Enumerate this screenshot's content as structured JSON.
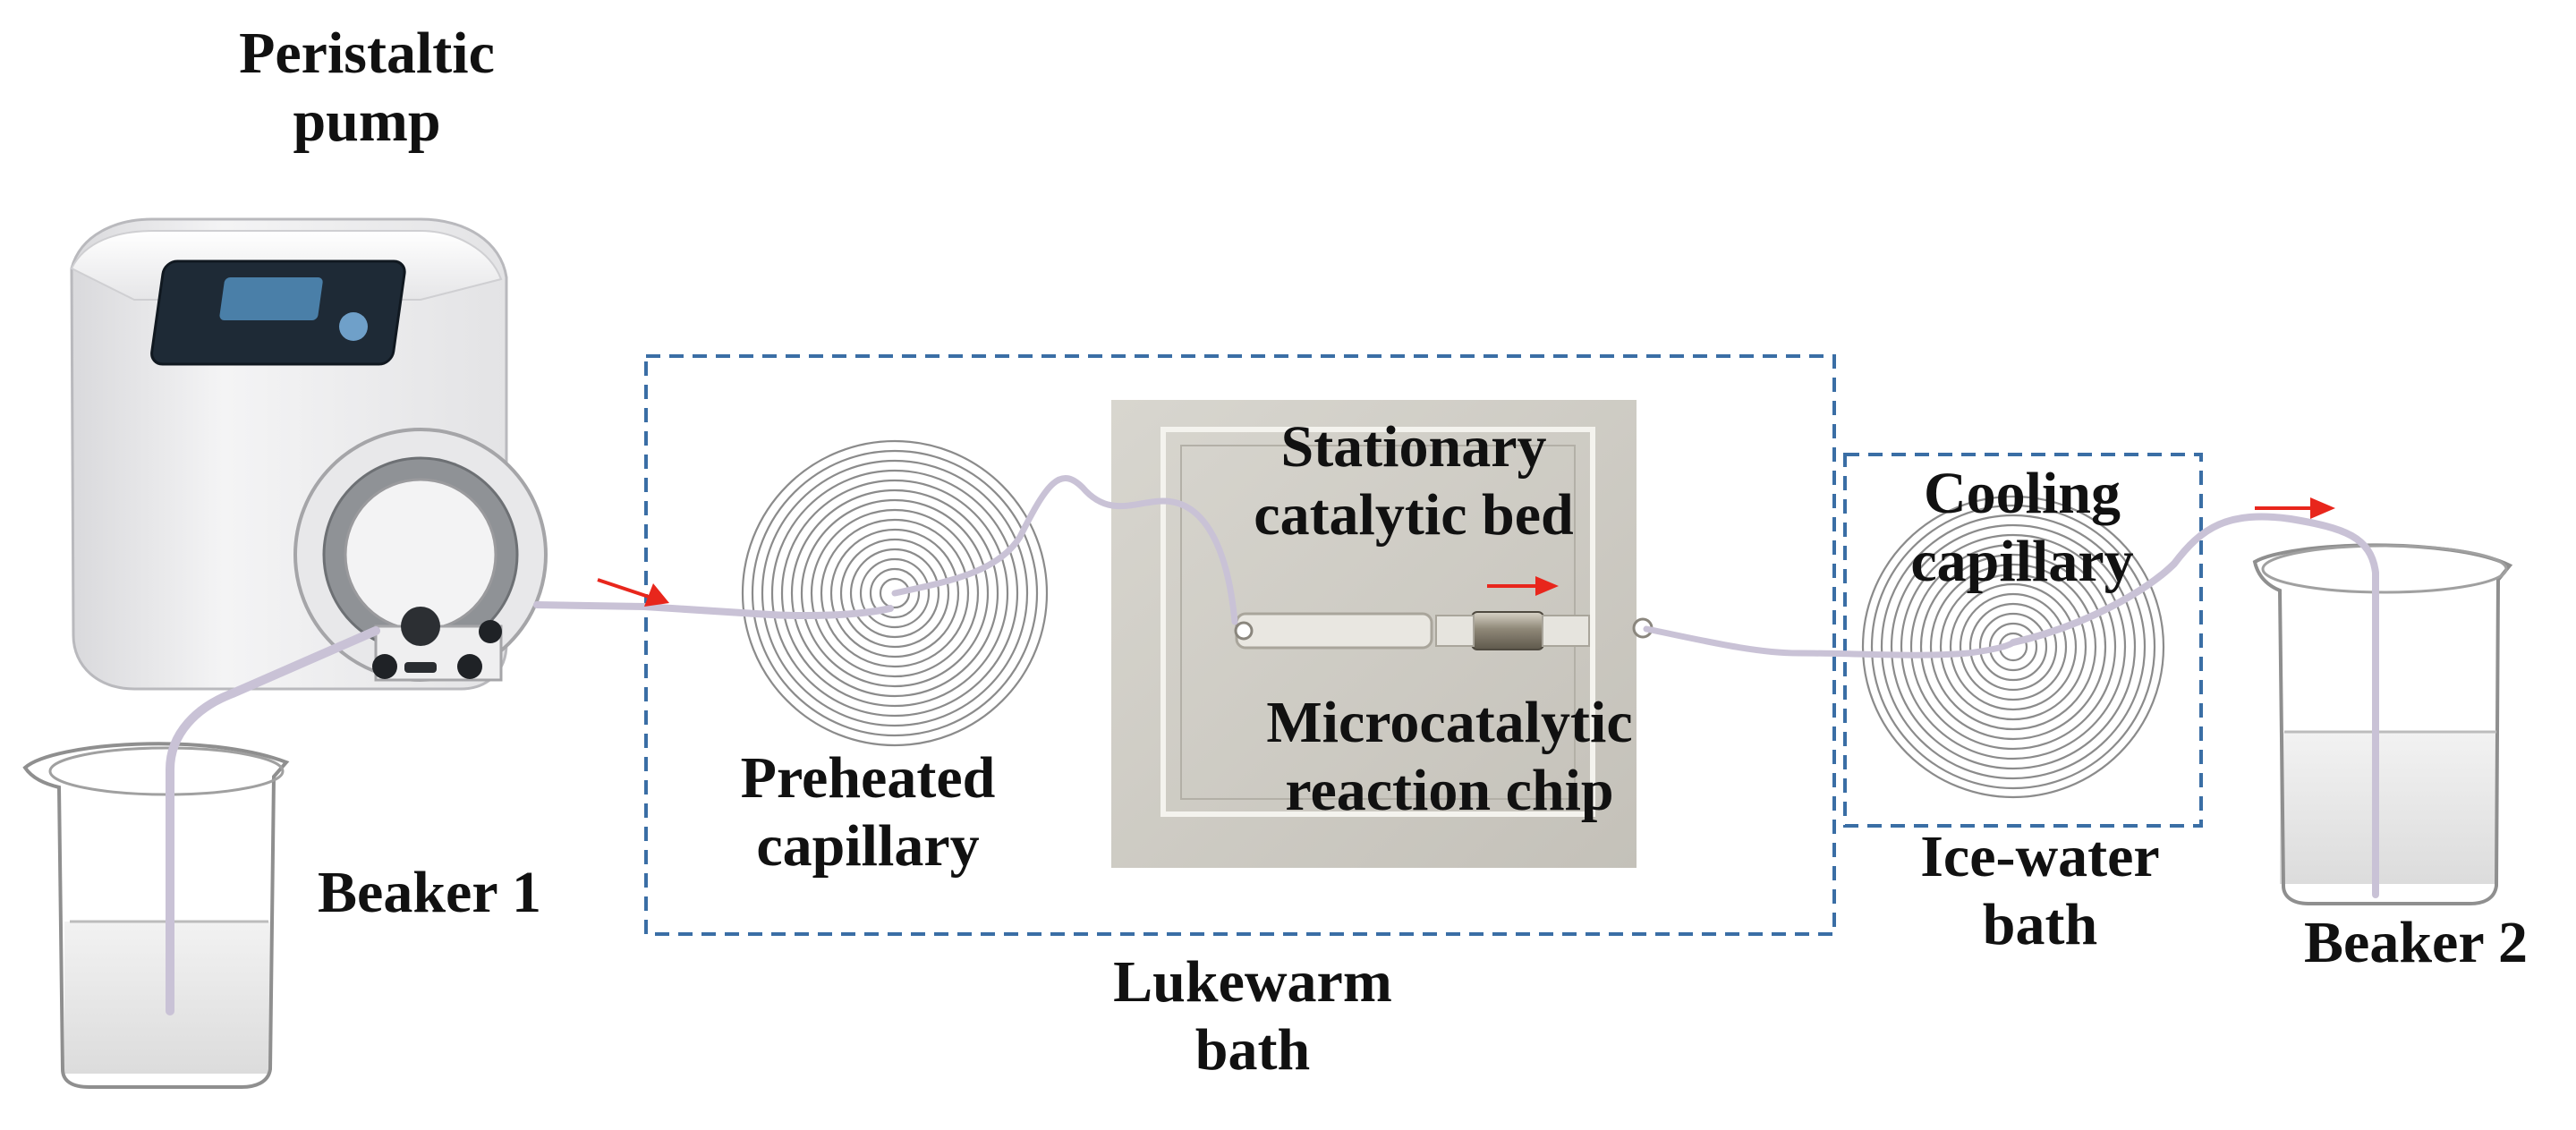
{
  "labels": {
    "pump": "Peristaltic\npump",
    "beaker1": "Beaker 1",
    "preheated": "Preheated\ncapillary",
    "stationary": "Stationary\ncatalytic bed",
    "microchip": "Microcatalytic\nreaction chip",
    "cooling": "Cooling\ncapillary",
    "icewater": "Ice-water\nbath",
    "lukewarm": "Lukewarm\nbath",
    "beaker2": "Beaker 2"
  },
  "colors": {
    "dashed_box": "#3a6ea5",
    "flow_arrow": "#e8261c",
    "tubing": "#c9c2d6",
    "chip_bg": "#cfcdc6",
    "text": "#111111"
  },
  "icons": {
    "flow_arrows": "red-right-arrow",
    "pump": "peristaltic-pump-device",
    "beakers": "glass-beaker"
  }
}
